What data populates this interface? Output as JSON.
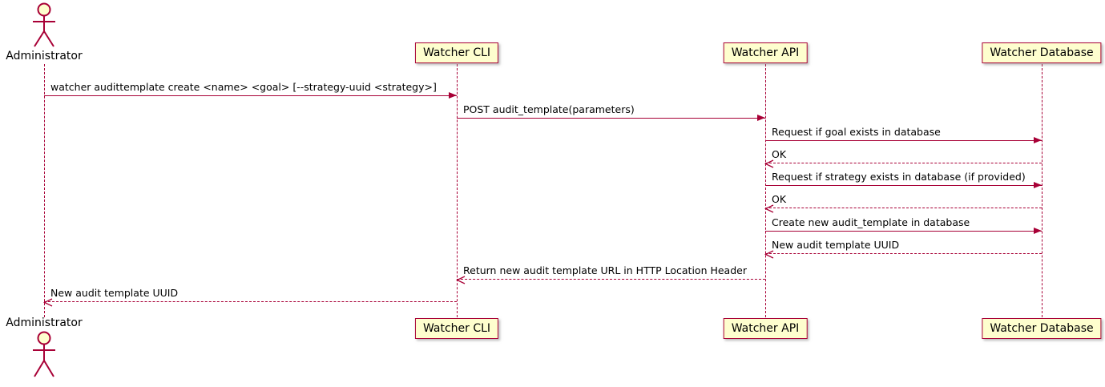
{
  "diagram": {
    "type": "sequence",
    "participants": [
      {
        "name": "Administrator",
        "kind": "actor"
      },
      {
        "name": "Watcher CLI",
        "kind": "participant"
      },
      {
        "name": "Watcher API",
        "kind": "participant"
      },
      {
        "name": "Watcher Database",
        "kind": "participant"
      }
    ],
    "messages": [
      {
        "from": "Administrator",
        "to": "Watcher CLI",
        "style": "solid",
        "label": "watcher audittemplate create <name> <goal> [--strategy-uuid <strategy>]"
      },
      {
        "from": "Watcher CLI",
        "to": "Watcher API",
        "style": "solid",
        "label": "POST audit_template(parameters)"
      },
      {
        "from": "Watcher API",
        "to": "Watcher Database",
        "style": "solid",
        "label": "Request if goal exists in database"
      },
      {
        "from": "Watcher Database",
        "to": "Watcher API",
        "style": "dashed",
        "label": "OK"
      },
      {
        "from": "Watcher API",
        "to": "Watcher Database",
        "style": "solid",
        "label": "Request if strategy exists in database (if provided)"
      },
      {
        "from": "Watcher Database",
        "to": "Watcher API",
        "style": "dashed",
        "label": "OK"
      },
      {
        "from": "Watcher API",
        "to": "Watcher Database",
        "style": "solid",
        "label": "Create new audit_template in database"
      },
      {
        "from": "Watcher Database",
        "to": "Watcher API",
        "style": "dashed",
        "label": "New audit template UUID"
      },
      {
        "from": "Watcher API",
        "to": "Watcher CLI",
        "style": "dashed",
        "label": "Return new audit template URL in HTTP Location Header"
      },
      {
        "from": "Watcher CLI",
        "to": "Administrator",
        "style": "dashed",
        "label": "New audit template UUID"
      }
    ],
    "colors": {
      "line": "#A80036",
      "participant_fill": "#FEFECE",
      "text": "#000000",
      "background": "#FFFFFF"
    }
  }
}
